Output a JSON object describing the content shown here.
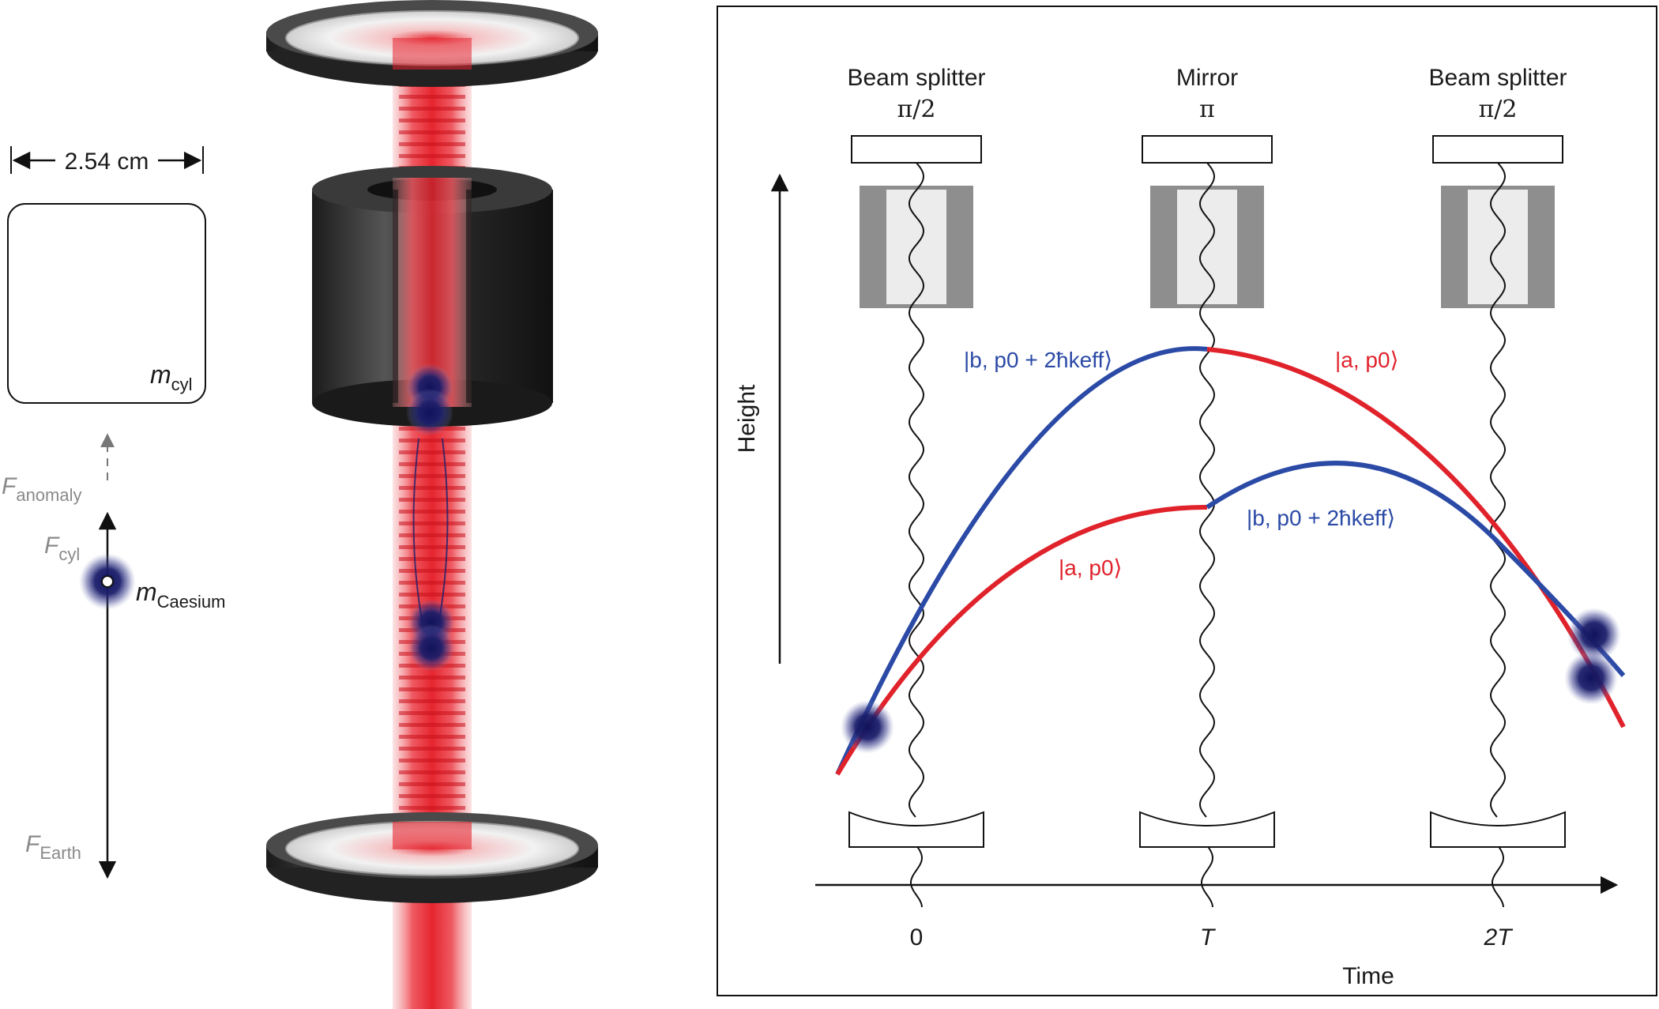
{
  "cylinder_panel": {
    "width_label": "2.54 cm",
    "mass_cyl": {
      "base": "m",
      "sub": "cyl"
    },
    "mass_caesium": {
      "base": "m",
      "sub": "Caesium"
    },
    "force_anomaly": {
      "base": "F",
      "sub": "anomaly"
    },
    "force_cyl": {
      "base": "F",
      "sub": "cyl"
    },
    "force_earth": {
      "base": "F",
      "sub": "Earth"
    }
  },
  "interferometer": {
    "pulses": [
      {
        "name": "Beam splitter",
        "phase": "π/2",
        "time_label": "0"
      },
      {
        "name": "Mirror",
        "phase": "π",
        "time_label": "T"
      },
      {
        "name": "Beam splitter",
        "phase": "π/2",
        "time_label": "2T"
      }
    ],
    "y_axis_label": "Height",
    "x_axis_label": "Time",
    "state_labels": {
      "upper_blue": "|b, p0 + 2ħkeff⟩",
      "upper_red": "|a, p0⟩",
      "lower_red": "|a, p0⟩",
      "lower_blue": "|b, p0 + 2ħkeff⟩"
    },
    "colors": {
      "upper_path": "#2b4aa6",
      "lower_path": "#e0222b",
      "atom": "#1c1f6b"
    }
  }
}
